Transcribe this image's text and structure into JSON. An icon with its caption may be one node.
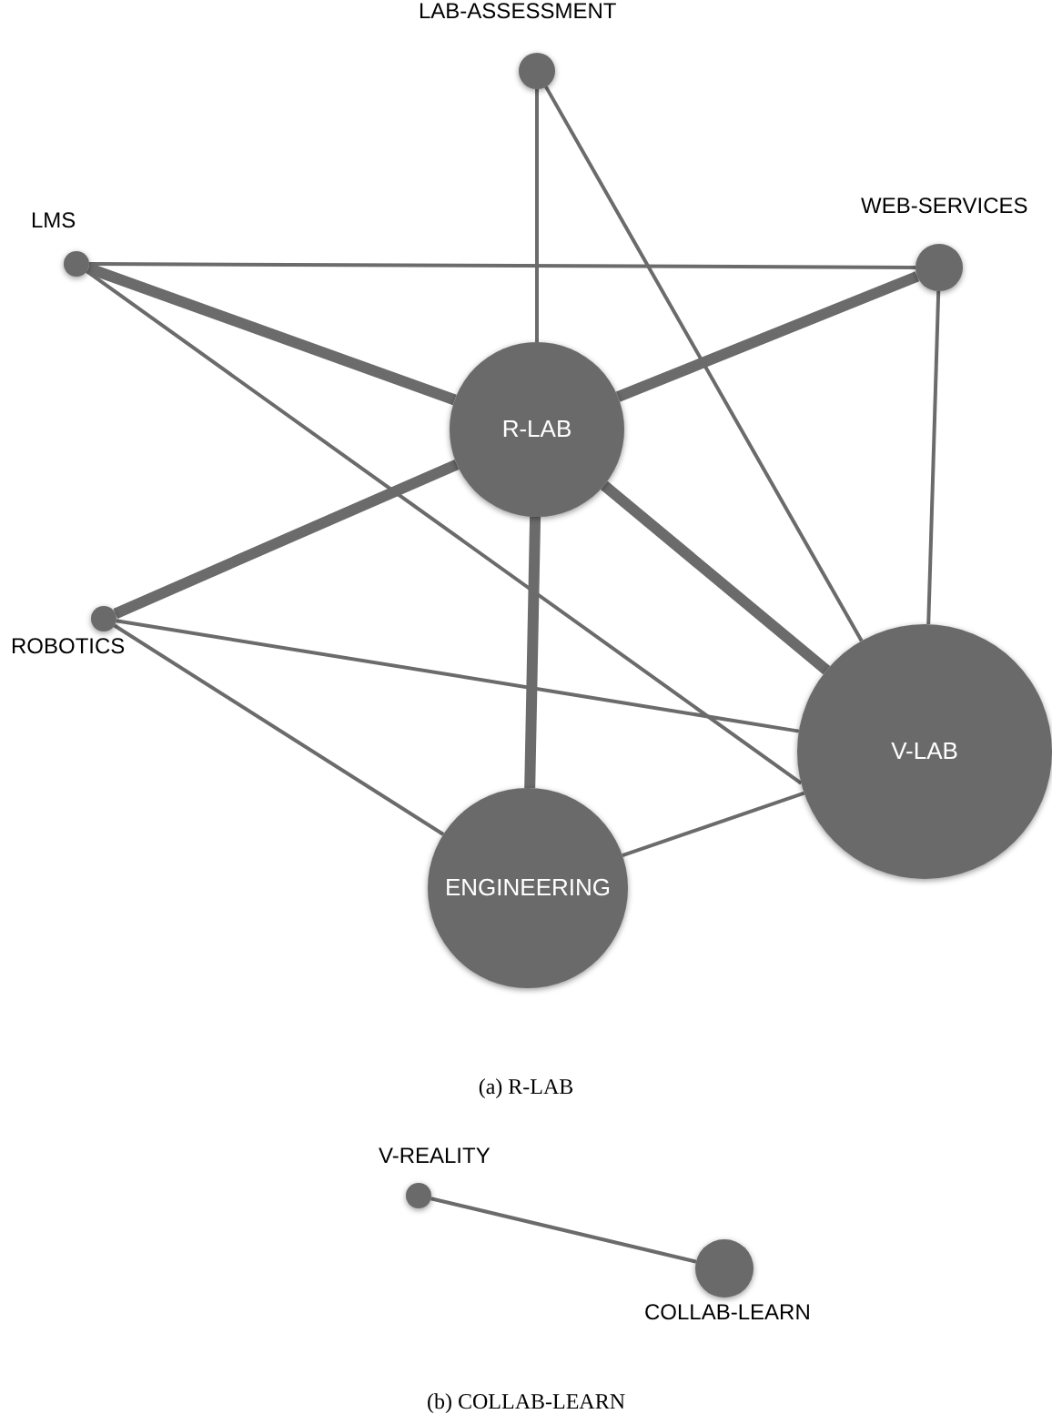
{
  "diagram": {
    "nodes": [
      {
        "text": [
          "LAB-ASSESSMENT"
        ]
      },
      {
        "text": [
          "LMS"
        ]
      },
      {
        "text": [
          "WEB-SERVICES"
        ]
      },
      {
        "text": [
          "R-LAB"
        ]
      },
      {
        "text": [
          "ROBOTICS"
        ]
      },
      {
        "text": [
          "V-LAB"
        ]
      },
      {
        "text": [
          "ENGINEERING"
        ]
      },
      {
        "text": [
          "V-REALITY"
        ]
      },
      {
        "text": [
          "COLLAB-LEARN"
        ]
      }
    ],
    "edges": [
      {
        "from": 0,
        "to": 3,
        "arrow": "none"
      },
      {
        "from": 0,
        "to": 5,
        "arrow": "none"
      },
      {
        "from": 1,
        "to": 2,
        "arrow": "none"
      },
      {
        "from": 1,
        "to": 3,
        "arrow": "none",
        "style": "thick"
      },
      {
        "from": 1,
        "to": 5,
        "arrow": "none"
      },
      {
        "from": 2,
        "to": 3,
        "arrow": "none",
        "style": "thick"
      },
      {
        "from": 2,
        "to": 5,
        "arrow": "none"
      },
      {
        "from": 3,
        "to": 5,
        "arrow": "none",
        "style": "thick"
      },
      {
        "from": 3,
        "to": 6,
        "arrow": "none",
        "style": "thick"
      },
      {
        "from": 4,
        "to": 3,
        "arrow": "none",
        "style": "thick"
      },
      {
        "from": 4,
        "to": 5,
        "arrow": "none"
      },
      {
        "from": 4,
        "to": 6,
        "arrow": "none"
      },
      {
        "from": 6,
        "to": 5,
        "arrow": "none"
      },
      {
        "from": 7,
        "to": 8,
        "arrow": "none"
      }
    ],
    "labels": [
      "(a) R-LAB",
      "(b) COLLAB-LEARN"
    ]
  }
}
